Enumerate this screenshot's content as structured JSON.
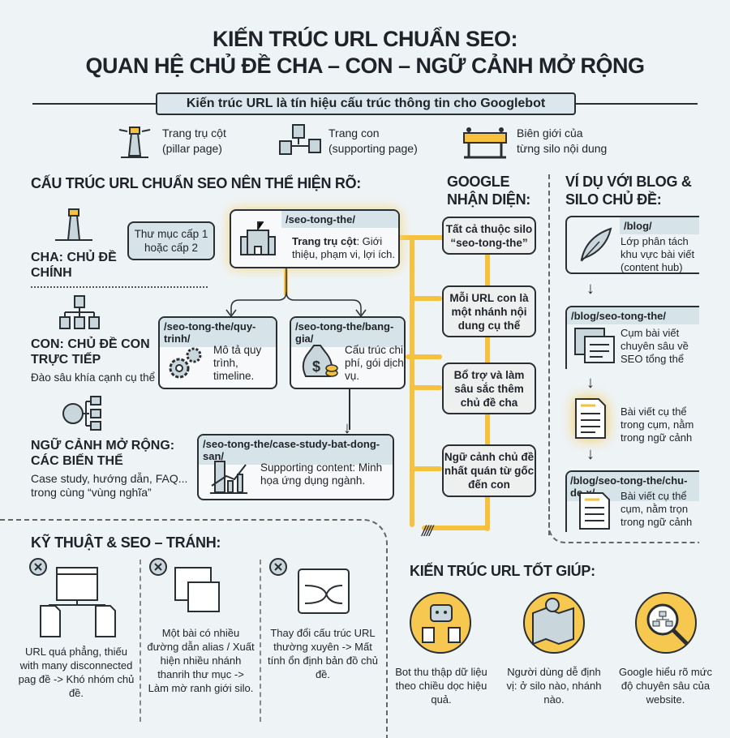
{
  "title": {
    "line1": "KIẾN TRÚC URL CHUẨN SEO:",
    "line2": "QUAN HỆ CHỦ ĐỀ CHA – CON – NGỮ CẢNH MỞ RỘNG"
  },
  "banner": "Kiến trúc URL là tín hiệu cấu trúc thông tin cho Googlebot",
  "legend": [
    {
      "icon": "lighthouse-icon",
      "line1": "Trang trụ cột",
      "line2": "(pillar page)"
    },
    {
      "icon": "documents-icon",
      "line1": "Trang con",
      "line2": "(supporting page)"
    },
    {
      "icon": "barrier-icon",
      "line1": "Biên giới của",
      "line2": "từng silo nội dung"
    }
  ],
  "structure": {
    "heading": "CẤU TRÚC URL CHUẨN SEO NÊN THỂ HIỆN RÕ:",
    "parent": {
      "label": "CHA: CHỦ ĐỀ CHÍNH"
    },
    "child": {
      "label": "CON: CHỦ ĐỀ CON TRỰC TIẾP",
      "sub": "Đào sâu khía cạnh cụ thể"
    },
    "context": {
      "label": "NGỮ CẢNH MỞ RỘNG: CÁC BIẾN THỂ",
      "sub": "Case study, hướng dẫn, FAQ... trong cùng “vùng nghĩa”"
    },
    "callout": "Thư mục cấp 1 hoặc cấp 2",
    "pillar": {
      "url": "/seo-tong-the/",
      "bold": "Trang trụ cột",
      "text": ": Giới thiệu, phạm vi, lợi ích."
    },
    "child1": {
      "url": "/seo-tong-the/quy-trinh/",
      "text": "Mô tả quy trình, timeline."
    },
    "child2": {
      "url": "/seo-tong-the/bang-gia/",
      "text": "Cấu trúc chi phí, gói dịch vụ."
    },
    "case": {
      "url": "/seo-tong-the/case-study-bat-dong-san/",
      "text": "Supporting content: Minh họa ứng dụng ngành."
    }
  },
  "google": {
    "heading": "GOOGLE NHẬN DIỆN:",
    "items": [
      "Tất cả thuộc silo “seo-tong-the”",
      "Mỗi URL con là một nhánh nội dung cụ thể",
      "Bổ trợ và làm sâu sắc thêm chủ đề cha",
      "Ngữ cảnh chủ đề nhất quán từ gốc đến con"
    ]
  },
  "blog": {
    "heading": "VÍ DỤ VỚI BLOG & SILO CHỦ ĐỀ:",
    "items": [
      {
        "url": "/blog/",
        "text": "Lớp phân tách khu vực bài viết (content hub)"
      },
      {
        "url": "/blog/seo-tong-the/",
        "text": "Cụm bài viết chuyên sâu về SEO tổng thể"
      },
      {
        "url": "",
        "text": "Bài viết cụ thể trong cụm, nằm trong ngữ cảnh"
      },
      {
        "url": "/blog/seo-tong-the/chu-de-x/",
        "text": "Bài viết cụ thể cụm, nằm trọn trong ngữ cảnh"
      }
    ]
  },
  "avoid": {
    "heading": "KỸ THUẬT & SEO – TRÁNH:",
    "items": [
      "URL quá phẳng, thiếu with many disconnected pag đề -> Khó nhóm chủ đề.",
      "Một bài có nhiều đường dẫn alias / Xuất hiện nhiều nhánh thanrih thư mục -> Làm mờ ranh giới silo.",
      "Thay đổi cấu trúc URL thường xuyên -> Mất tính ổn định bản đồ chủ đề."
    ]
  },
  "benefits": {
    "heading": "KIẾN TRÚC URL TỐT GIÚP:",
    "items": [
      {
        "icon": "robot-icon",
        "text": "Bot thu thập dữ liệu theo chiều dọc hiệu quả."
      },
      {
        "icon": "map-pin-icon",
        "text": "Người dùng dễ định vị: ở silo nào, nhánh nào."
      },
      {
        "icon": "magnifier-sitemap-icon",
        "text": "Google hiểu rõ mức độ chuyên sâu của website."
      }
    ]
  },
  "colors": {
    "accent": "#f6c23e",
    "strip": "#d6e4ea",
    "ink": "#1f2328",
    "background": "#eef3f6"
  }
}
